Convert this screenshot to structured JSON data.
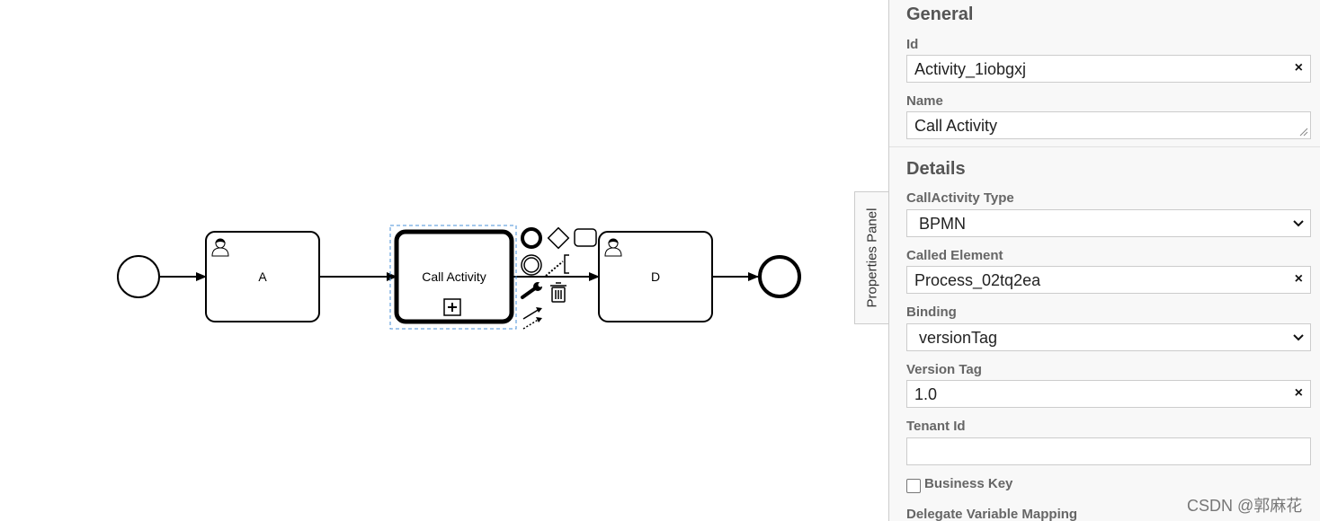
{
  "diagram": {
    "tasks": [
      {
        "label": "A",
        "type": "user-task"
      },
      {
        "label": "Call Activity",
        "type": "call-activity"
      },
      {
        "label": "D",
        "type": "user-task"
      }
    ]
  },
  "panel_tab": {
    "label": "Properties Panel"
  },
  "general": {
    "title": "General",
    "id_label": "Id",
    "id_value": "Activity_1iobgxj",
    "name_label": "Name",
    "name_value": "Call Activity"
  },
  "details": {
    "title": "Details",
    "call_activity_type_label": "CallActivity Type",
    "call_activity_type_value": "BPMN",
    "called_element_label": "Called Element",
    "called_element_value": "Process_02tq2ea",
    "binding_label": "Binding",
    "binding_value": "versionTag",
    "version_tag_label": "Version Tag",
    "version_tag_value": "1.0",
    "tenant_id_label": "Tenant Id",
    "tenant_id_value": "",
    "business_key_label": "Business Key",
    "business_key_checked": false,
    "delegate_variable_mapping_label": "Delegate Variable Mapping"
  },
  "clear_symbol": "×",
  "watermark": "CSDN @郭麻花",
  "colors": {
    "panel_background": "#f8f8f8",
    "selection_outline": "#4a90d9",
    "stroke": "#000000"
  }
}
